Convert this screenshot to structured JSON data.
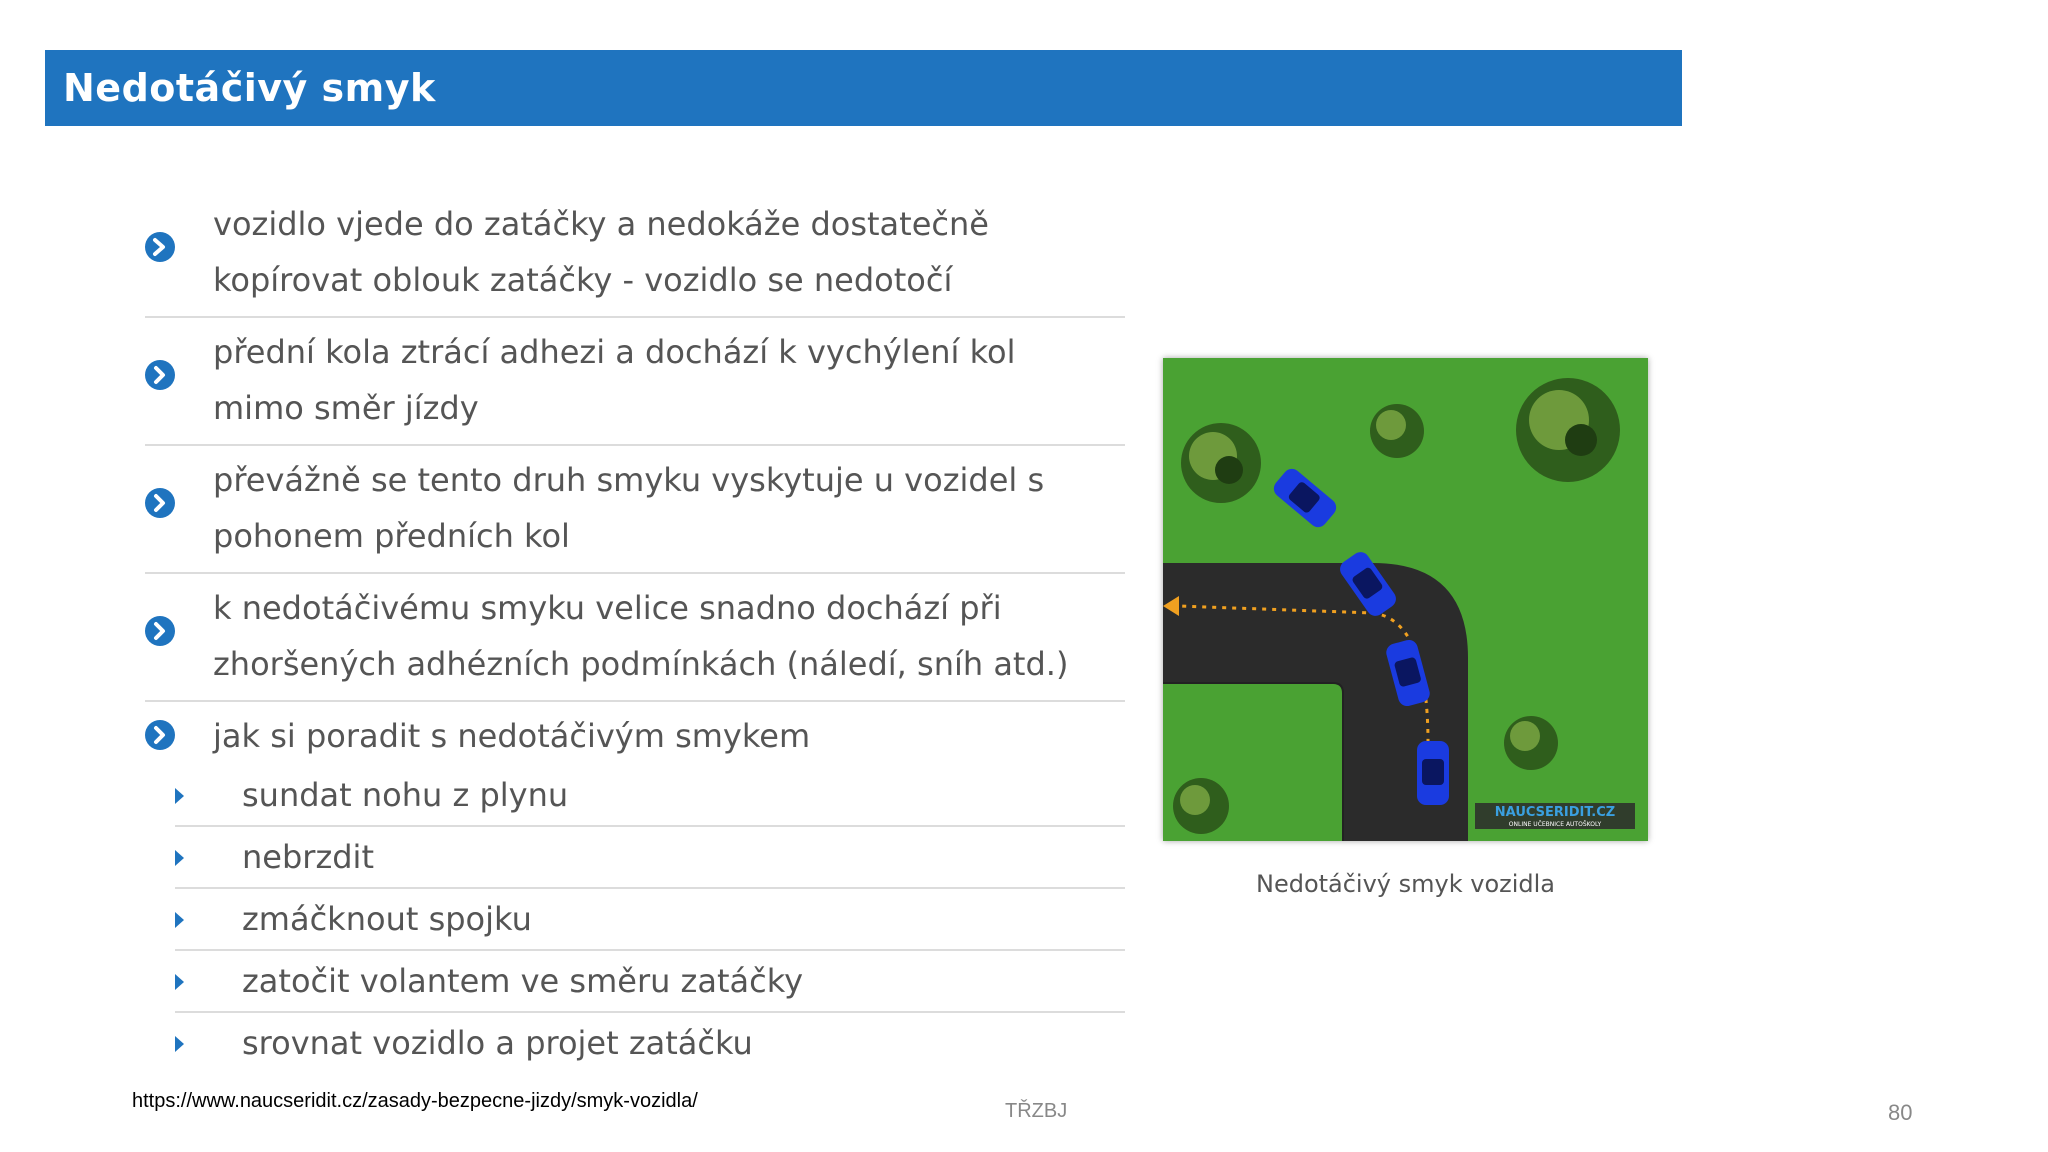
{
  "slide": {
    "title": "Nedotáčivý smyk",
    "accent_color": "#1f74bf",
    "bullets": [
      {
        "line1": "vozidlo vjede do zatáčky a nedokáže dostatečně",
        "line2": "kopírovat oblouk zatáčky - vozidlo se nedotočí"
      },
      {
        "line1": "přední kola ztrácí adhezi a dochází k vychýlení kol",
        "line2": "mimo směr jízdy"
      },
      {
        "line1": "převážně se tento druh smyku vyskytuje u vozidel s",
        "line2": "pohonem předních kol"
      },
      {
        "line1": "k nedotáčivému smyku velice snadno dochází při",
        "line2": "zhoršených adhézních podmínkách (náledí, sníh atd.)"
      },
      {
        "line1": "jak si poradit s nedotáčivým smykem"
      }
    ],
    "sub_bullets": [
      "sundat nohu z plynu",
      "nebrzdit",
      "zmáčknout spojku",
      "zatočit volantem ve směru zatáčky",
      "srovnat vozidlo a projet zatáčku"
    ],
    "figure": {
      "caption": "Nedotáčivý smyk vozidla",
      "watermark": "NAUCSERIDIT.CZ",
      "watermark_sub": "ONLINE UČEBNICE AUTOŠKOLY"
    },
    "footer": {
      "source": "https://www.naucseridit.cz/zasady-bezpecne-jizdy/smyk-vozidla/",
      "center": "TŘZBJ",
      "page": "80"
    }
  }
}
